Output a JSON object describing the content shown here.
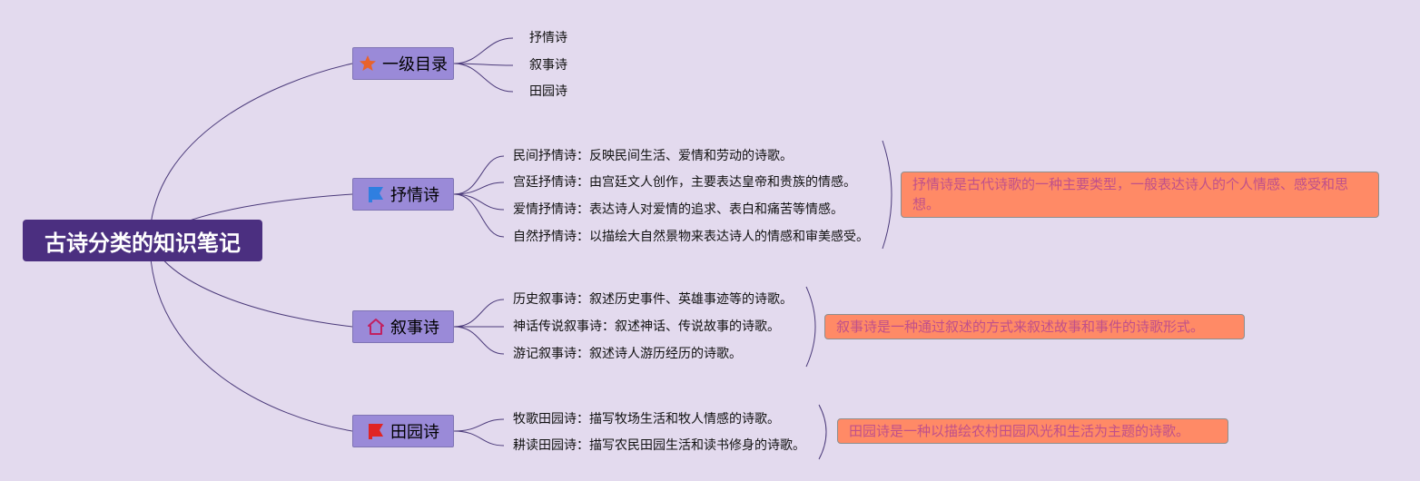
{
  "root": {
    "title": "古诗分类的知识笔记"
  },
  "branches": [
    {
      "label": "一级目录",
      "icon": "star-icon",
      "children": [
        "抒情诗",
        "叙事诗",
        "田园诗"
      ],
      "note": ""
    },
    {
      "label": "抒情诗",
      "icon": "blue-flag-icon",
      "children": [
        "民间抒情诗：反映民间生活、爱情和劳动的诗歌。",
        "宫廷抒情诗：由宫廷文人创作，主要表达皇帝和贵族的情感。",
        "爱情抒情诗：表达诗人对爱情的追求、表白和痛苦等情感。",
        "自然抒情诗：以描绘大自然景物来表达诗人的情感和审美感受。"
      ],
      "note": "抒情诗是古代诗歌的一种主要类型，一般表达诗人的个人情感、感受和思想。"
    },
    {
      "label": "叙事诗",
      "icon": "home-icon",
      "children": [
        "历史叙事诗：叙述历史事件、英雄事迹等的诗歌。",
        "神话传说叙事诗：叙述神话、传说故事的诗歌。",
        "游记叙事诗：叙述诗人游历经历的诗歌。"
      ],
      "note": "叙事诗是一种通过叙述的方式来叙述故事和事件的诗歌形式。"
    },
    {
      "label": "田园诗",
      "icon": "red-flag-icon",
      "children": [
        "牧歌田园诗：描写牧场生活和牧人情感的诗歌。",
        "耕读田园诗：描写农民田园生活和读书修身的诗歌。"
      ],
      "note": "田园诗是一种以描绘农村田园风光和生活为主题的诗歌。"
    }
  ],
  "colors": {
    "background": "#e3daee",
    "root": "#4b2f80",
    "branch": "#9a8ad8",
    "note": "#ff8a66",
    "note_text": "#c0508a",
    "line": "#4b3a7a",
    "star": "#e8632c",
    "blue_flag": "#2f7fe0",
    "red_flag": "#e02424",
    "home": "#c22060"
  }
}
